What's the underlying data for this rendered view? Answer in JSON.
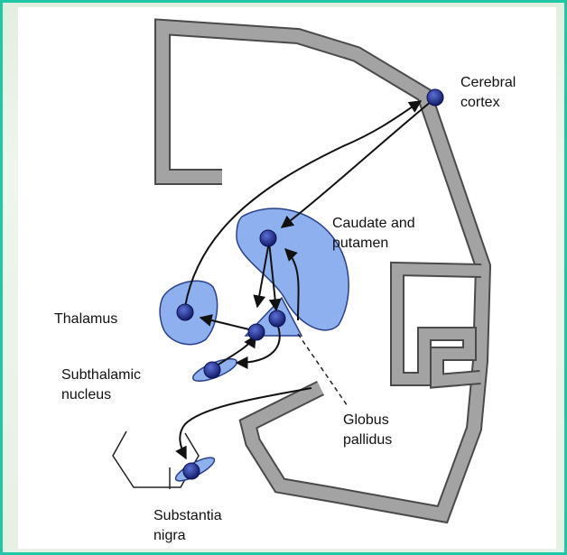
{
  "diagram": {
    "labels": {
      "cerebral_cortex": [
        "Cerebral",
        "cortex"
      ],
      "caudate_putamen": [
        "Caudate and",
        "putamen"
      ],
      "thalamus": [
        "Thalamus"
      ],
      "subthalamic_nucleus": [
        "Subthalamic",
        "nucleus"
      ],
      "globus_pallidus": [
        "Globus",
        "pallidus"
      ],
      "substantia_nigra": [
        "Substantia",
        "nigra"
      ]
    },
    "colors": {
      "frame": "#1fc7a4",
      "cortex_fill": "#a3a3a3",
      "cortex_stroke": "#4a4a4a",
      "nucleus_fill": "#8fb0ee",
      "nucleus_stroke": "#2a3f8a",
      "neuron": "#1e2a86",
      "arrow": "#111111"
    }
  }
}
